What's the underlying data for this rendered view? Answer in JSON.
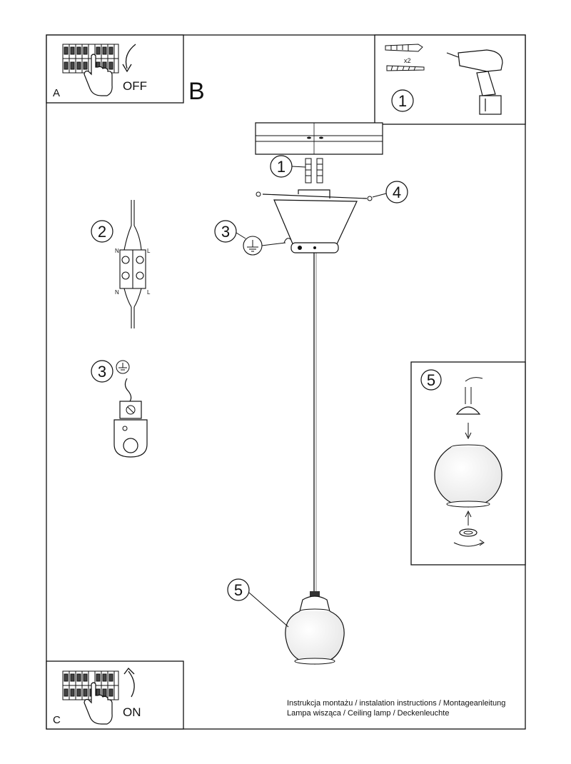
{
  "panels": {
    "a": {
      "letter": "A",
      "switch_text": "OFF"
    },
    "b": {
      "letter": "B"
    },
    "c": {
      "letter": "C",
      "switch_text": "ON"
    }
  },
  "hardware": {
    "quantity": "x2",
    "step": "1"
  },
  "callouts": {
    "screw_anchor": "1",
    "mounting_screw": "4",
    "ground_canopy": "3",
    "wire_connector": "2",
    "ground_clamp": "3",
    "shade_main": "5",
    "shade_detail": "5"
  },
  "connector": {
    "n_top": "N",
    "l_top": "L",
    "n_bottom": "N",
    "l_bottom": "L"
  },
  "footer": {
    "line1": "Instrukcja montażu / instalation instructions / Montageanleitung",
    "line2": "Lampa wisząca / Ceiling lamp / Deckenleuchte"
  },
  "colors": {
    "ink": "#111111",
    "paper": "#ffffff",
    "shade_fill": "#f4f4f4"
  }
}
